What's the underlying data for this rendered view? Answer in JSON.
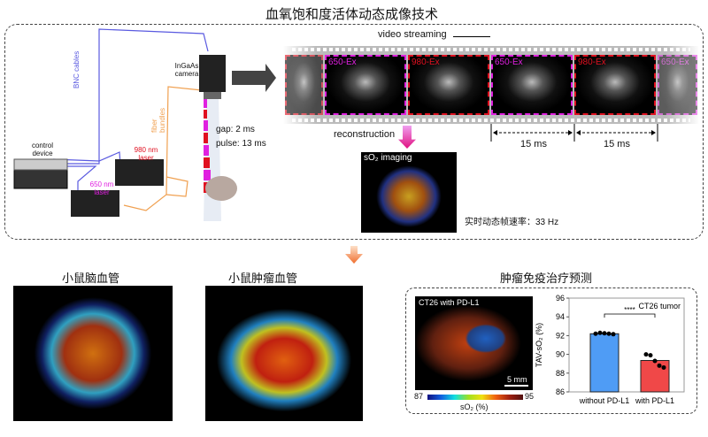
{
  "main_title": "血氧饱和度活体动态成像技术",
  "setup": {
    "bnc": "BNC cables",
    "fiber": "fiber bundles",
    "camera": "InGaAs camera",
    "control": "control device",
    "laser980": "980 nm laser",
    "laser650": "650 nm laser",
    "gap": "gap: 2 ms",
    "pulse": "pulse: 13 ms"
  },
  "stream": {
    "label": "video streaming",
    "frames": [
      "650-Ex",
      "980-Ex",
      "650-Ex",
      "980-Ex",
      "650-Ex"
    ],
    "interval1": "15 ms",
    "interval2": "15 ms",
    "reconstruction": "reconstruction",
    "so2_label": "sO₂ imaging",
    "frame_rate": "实时动态帧速率：33 Hz"
  },
  "bottom": {
    "brain_title": "小鼠脑血管",
    "tumor_title": "小鼠肿瘤血管",
    "therapy_title": "肿瘤免疫治疗预测",
    "ct26_label": "CT26 with PD-L1",
    "scale": "5 mm",
    "cbar_min": "87",
    "cbar_max": "95",
    "cbar_label": "sO₂ (%)"
  },
  "colors": {
    "laser650": "#e020e0",
    "laser980": "#e01020",
    "bnc": "#5a5ae0",
    "fiber": "#f0a050",
    "accent": "#f07030"
  },
  "chart_data": {
    "type": "bar",
    "title": "CT26 tumor",
    "ylabel": "TAV-sO₂ (%)",
    "ylim": [
      86,
      96
    ],
    "yticks": [
      "86",
      "88",
      "90",
      "92",
      "94",
      "96"
    ],
    "categories": [
      "without PD-L1",
      "with PD-L1"
    ],
    "values": [
      92.2,
      89.35
    ],
    "points": [
      [
        92.2,
        92.3,
        92.25,
        92.2,
        92.15
      ],
      [
        90.0,
        89.9,
        89.3,
        88.8,
        88.6
      ]
    ],
    "bar_colors": [
      "#4f9cf5",
      "#f04848"
    ],
    "significance": "****"
  }
}
